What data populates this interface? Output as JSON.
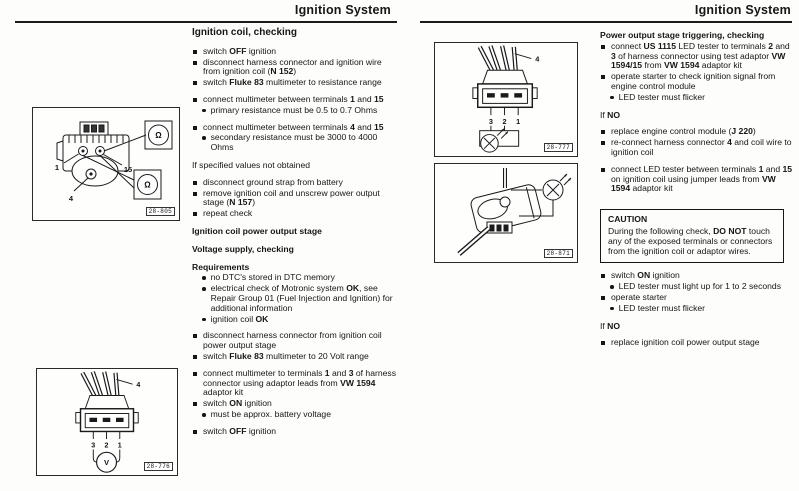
{
  "pages": {
    "left": {
      "header": "Ignition System",
      "blocks": [
        {
          "type": "title",
          "text": "Ignition coil, checking"
        },
        {
          "type": "bullet",
          "text": "switch **OFF** ignition"
        },
        {
          "type": "bullet",
          "text": "disconnect harness connector and ignition wire from ignition coil (**N 152**)"
        },
        {
          "type": "bullet",
          "text": "switch **Fluke 83** multimeter to resistance range"
        },
        {
          "type": "gap"
        },
        {
          "type": "bullet",
          "text": "connect multimeter between terminals **1** and **15**"
        },
        {
          "type": "sub",
          "text": "primary resistance must be 0.5 to 0.7 Ohms"
        },
        {
          "type": "gap"
        },
        {
          "type": "bullet",
          "text": "connect multimeter between terminals **4** and **15**"
        },
        {
          "type": "sub",
          "text": "secondary resistance must be 3000 to 4000 Ohms"
        },
        {
          "type": "gap"
        },
        {
          "type": "plain",
          "text": "If specified values not obtained"
        },
        {
          "type": "gap"
        },
        {
          "type": "bullet",
          "text": "disconnect ground strap from battery"
        },
        {
          "type": "bullet",
          "text": "remove ignition coil and unscrew power output stage (**N 157**)"
        },
        {
          "type": "bullet",
          "text": "repeat check"
        },
        {
          "type": "gap"
        },
        {
          "type": "heading",
          "text": "Ignition coil power output stage"
        },
        {
          "type": "gap"
        },
        {
          "type": "heading",
          "text": "Voltage supply, checking"
        },
        {
          "type": "gap"
        },
        {
          "type": "heading",
          "text": "Requirements"
        },
        {
          "type": "sub",
          "text": "no DTC's stored in DTC memory"
        },
        {
          "type": "sub",
          "text": "electrical check of Motronic system **OK**, see Repair Group 01 (Fuel Injection and Ignition) for additional information"
        },
        {
          "type": "sub",
          "text": "ignition coil **OK**"
        },
        {
          "type": "gap"
        },
        {
          "type": "bullet",
          "text": "disconnect harness connector from ignition coil power output stage"
        },
        {
          "type": "bullet",
          "text": "switch **Fluke 83** multimeter to 20 Volt range"
        },
        {
          "type": "gap"
        },
        {
          "type": "bullet",
          "text": "connect multimeter to terminals **1** and **3** of harness connector using adaptor leads from **VW 1594** adaptor kit"
        },
        {
          "type": "bullet",
          "text": "switch **ON** ignition"
        },
        {
          "type": "sub",
          "text": "must be approx. battery voltage"
        },
        {
          "type": "gap"
        },
        {
          "type": "bullet",
          "text": "switch **OFF** ignition"
        }
      ],
      "figures": {
        "coil_ohmmeter": {
          "label": "28-805",
          "callout_primary": "1",
          "callout_secondary": "15",
          "callout_coil_terminal": "4",
          "meter_symbol": "Ω"
        },
        "connector_voltmeter": {
          "label": "28-776",
          "wire_callout": "4",
          "pin_labels": [
            "3",
            "2",
            "1"
          ],
          "meter_symbol": "V"
        }
      }
    },
    "right": {
      "header": "Ignition System",
      "blocks": [
        {
          "type": "heading",
          "text": "Power output stage triggering, checking"
        },
        {
          "type": "bullet",
          "text": "connect **US 1115** LED tester to terminals **2** and **3** of harness connector using test adaptor **VW 1594/15** from **VW 1594** adaptor kit"
        },
        {
          "type": "bullet",
          "text": "operate starter to check ignition signal from engine control module"
        },
        {
          "type": "sub",
          "text": "LED tester must flicker"
        },
        {
          "type": "gap"
        },
        {
          "type": "plain",
          "text": "If **NO**"
        },
        {
          "type": "gap"
        },
        {
          "type": "bullet",
          "text": "replace engine control module (**J 220**)"
        },
        {
          "type": "bullet",
          "text": "re-connect harness connector **4** and coil wire to ignition coil"
        },
        {
          "type": "gap"
        },
        {
          "type": "bullet",
          "text": "connect LED tester between terminals **1** and **15** on ignition coil using jumper leads from **VW 1594** adaptor kit"
        },
        {
          "type": "gap"
        },
        {
          "type": "gap"
        },
        {
          "type": "caution",
          "title": "CAUTION",
          "text": "During the following check, **DO NOT** touch any of the exposed terminals or connectors from the ignition coil or adaptor wires."
        },
        {
          "type": "gap"
        },
        {
          "type": "bullet",
          "text": "switch **ON** ignition"
        },
        {
          "type": "sub",
          "text": "LED tester must light up for 1 to 2 seconds"
        },
        {
          "type": "bullet",
          "text": "operate starter"
        },
        {
          "type": "sub",
          "text": "LED tester must flicker"
        },
        {
          "type": "gap"
        },
        {
          "type": "plain",
          "text": "If **NO**"
        },
        {
          "type": "gap"
        },
        {
          "type": "bullet",
          "text": "replace ignition coil power output stage"
        }
      ],
      "figures": {
        "connector_led": {
          "label": "28-777",
          "wire_callout": "4",
          "pin_labels": [
            "3",
            "2",
            "1"
          ]
        },
        "coil_led": {
          "label": "28-871"
        }
      }
    }
  }
}
